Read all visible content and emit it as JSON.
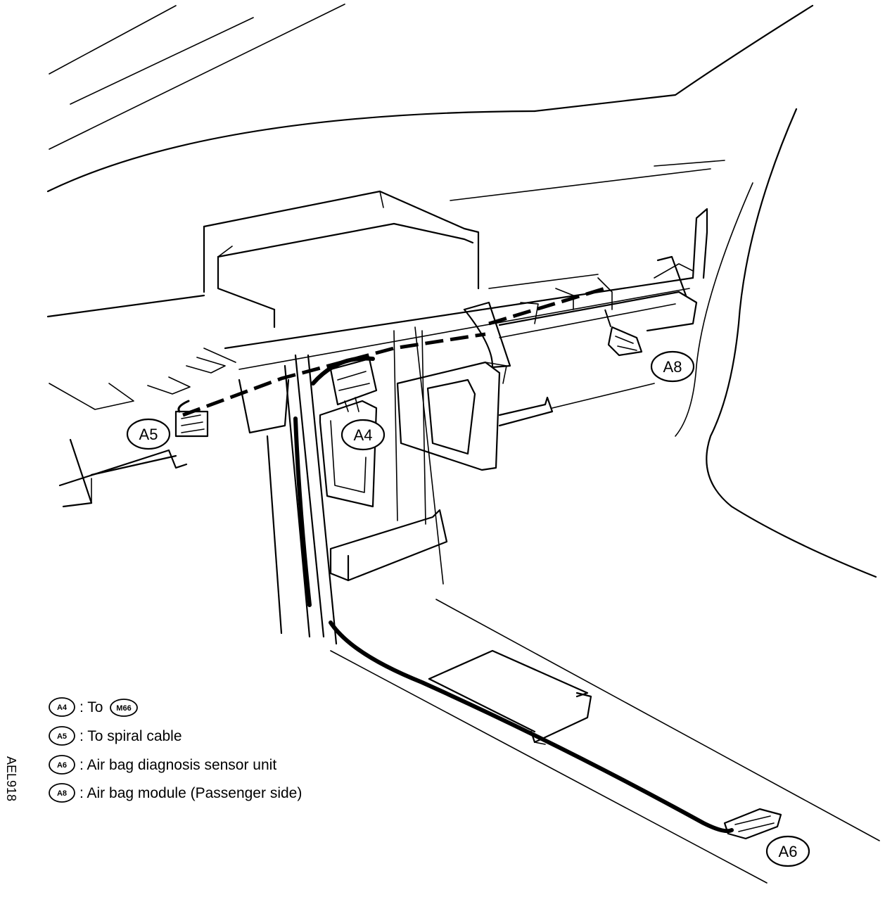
{
  "callouts": {
    "a4": "A4",
    "a5": "A5",
    "a6": "A6",
    "a8": "A8"
  },
  "legend": [
    {
      "code": "A4",
      "text": ": To",
      "ref": "M66"
    },
    {
      "code": "A5",
      "text": ": To spiral cable"
    },
    {
      "code": "A6",
      "text": ": Air bag diagnosis sensor unit"
    },
    {
      "code": "A8",
      "text": ": Air bag module (Passenger side)"
    }
  ],
  "figure_id": "AEL918"
}
